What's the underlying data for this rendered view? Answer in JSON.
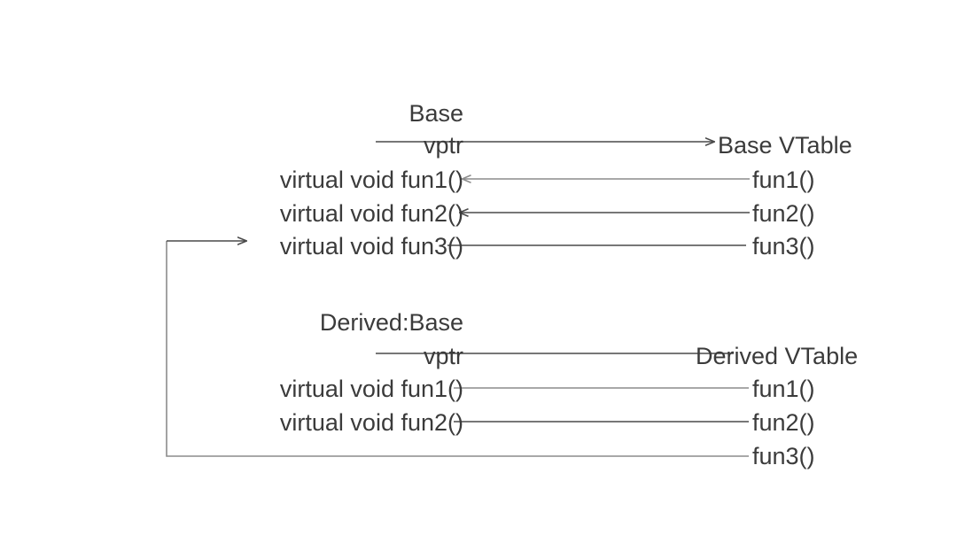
{
  "diagram": {
    "title": "C++ Virtual Table (vtable) layout for Base and Derived classes",
    "colors": {
      "text": "#3b3b3b",
      "connector_dark": "#4a4a4a",
      "connector_light": "#8c8c8c",
      "background": "#ffffff"
    },
    "blocks": [
      {
        "id": "base-class",
        "name": "Base",
        "heading": "Base",
        "rows": [
          {
            "id": "base-vptr",
            "label": "vptr"
          },
          {
            "id": "base-fun1",
            "label": "virtual void fun1()"
          },
          {
            "id": "base-fun2",
            "label": "virtual void fun2()"
          },
          {
            "id": "base-fun3",
            "label": "virtual void fun3()"
          }
        ]
      },
      {
        "id": "base-vtable",
        "name": "Base VTable",
        "heading": "Base VTable",
        "rows": [
          {
            "id": "base-vtable-fun1",
            "label": "fun1()"
          },
          {
            "id": "base-vtable-fun2",
            "label": "fun2()"
          },
          {
            "id": "base-vtable-fun3",
            "label": "fun3()"
          }
        ]
      },
      {
        "id": "derived-class",
        "name": "Derived:Base",
        "heading": "Derived:Base",
        "rows": [
          {
            "id": "derived-vptr",
            "label": "vptr"
          },
          {
            "id": "derived-fun1",
            "label": "virtual void fun1()"
          },
          {
            "id": "derived-fun2",
            "label": "virtual void fun2()"
          }
        ]
      },
      {
        "id": "derived-vtable",
        "name": "Derived VTable",
        "heading": "Derived VTable",
        "rows": [
          {
            "id": "derived-vtable-fun1",
            "label": "fun1()"
          },
          {
            "id": "derived-vtable-fun2",
            "label": "fun2()"
          },
          {
            "id": "derived-vtable-fun3",
            "label": "fun3()"
          }
        ]
      }
    ],
    "connectors": [
      {
        "id": "base-vptr-to-base-vtable",
        "from": "base-vptr",
        "to": "base-vtable",
        "arrow": "right"
      },
      {
        "id": "base-vtable-fun1-to-base-fun1",
        "from": "base-vtable-fun1",
        "to": "base-fun1",
        "arrow": "left"
      },
      {
        "id": "base-vtable-fun2-to-base-fun2",
        "from": "base-vtable-fun2",
        "to": "base-fun2",
        "arrow": "left"
      },
      {
        "id": "base-vtable-fun3-to-base-fun3",
        "from": "base-vtable-fun3",
        "to": "base-fun3",
        "arrow": "none"
      },
      {
        "id": "base-fun3-to-derived-vtable-fun3",
        "from": "base-fun3",
        "to": "derived-vtable-fun3",
        "arrow": "right"
      },
      {
        "id": "derived-vptr-to-derived-vtable",
        "from": "derived-vptr",
        "to": "derived-vtable",
        "arrow": "none"
      },
      {
        "id": "derived-vtable-fun1-to-derived-fun1",
        "from": "derived-vtable-fun1",
        "to": "derived-fun1",
        "arrow": "none"
      },
      {
        "id": "derived-vtable-fun2-to-derived-fun2",
        "from": "derived-vtable-fun2",
        "to": "derived-fun2",
        "arrow": "none"
      }
    ]
  }
}
